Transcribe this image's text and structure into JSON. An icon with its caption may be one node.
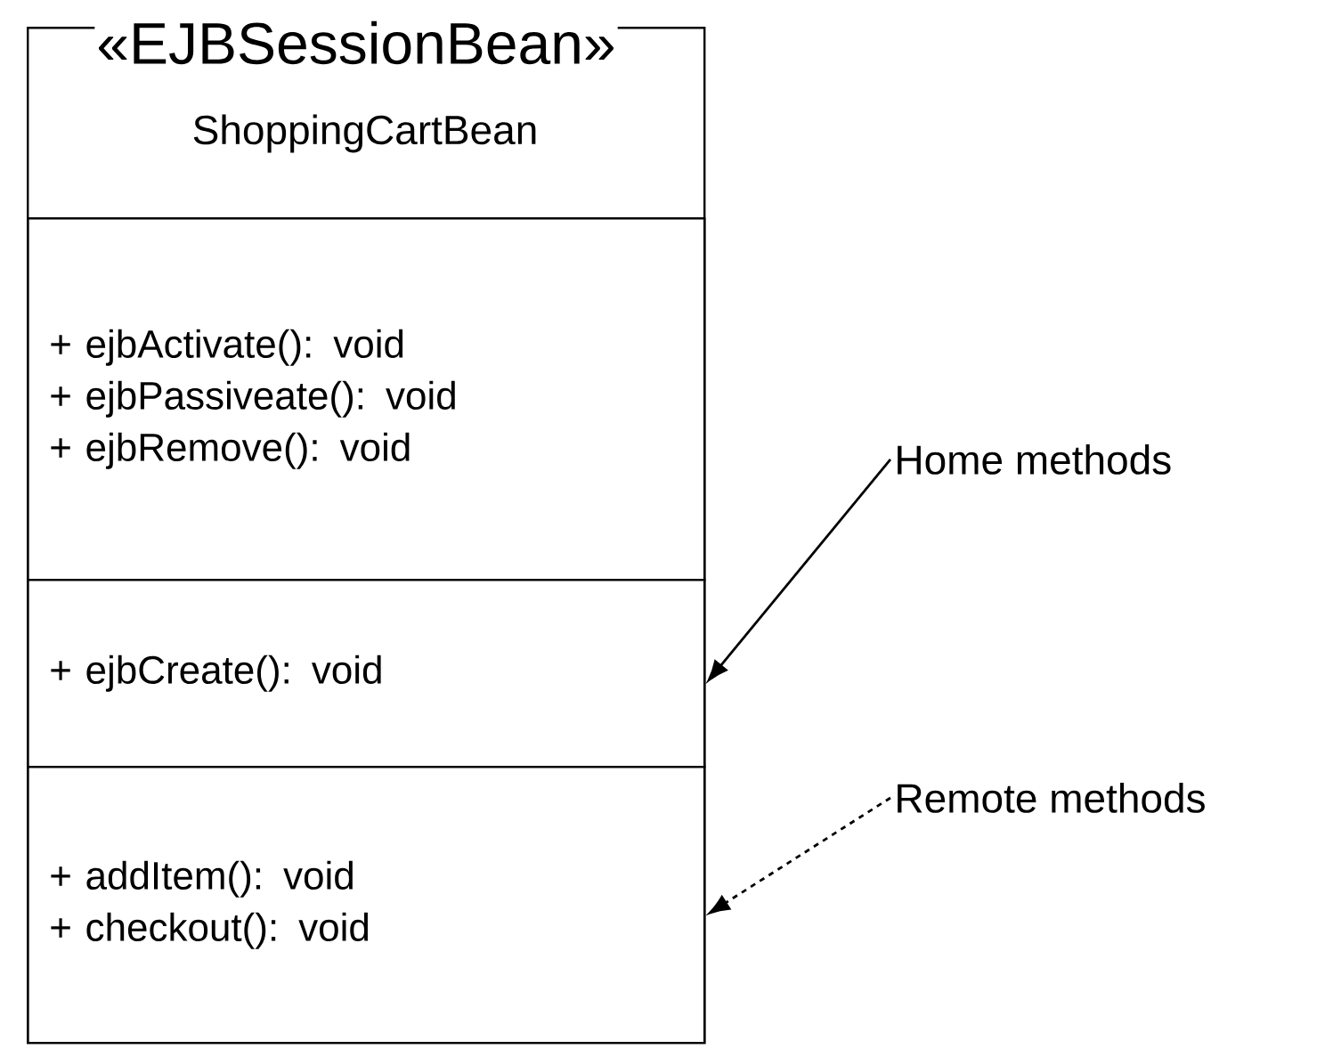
{
  "diagram": {
    "nodes": [
      {
        "text": [
          "«EJBSessionBean»",
          "ShoppingCartBean"
        ]
      },
      {
        "text": [
          "+ ejbActivate(): void",
          "+ ejbPassiveate(): void",
          "+ ejbRemove(): void"
        ],
        "in": 0
      },
      {
        "text": [
          "+ ejbCreate(): void"
        ],
        "in": 0
      },
      {
        "text": [
          "+ addItem(): void",
          "+ checkout(): void"
        ],
        "in": 0
      },
      {
        "text": [
          "Home methods"
        ]
      },
      {
        "text": [
          "Remote methods"
        ]
      }
    ],
    "edges": [
      {
        "from": 4,
        "to": 2,
        "arrow": "to"
      },
      {
        "from": 5,
        "to": 3,
        "arrow": "to",
        "style": "dashed"
      }
    ]
  }
}
